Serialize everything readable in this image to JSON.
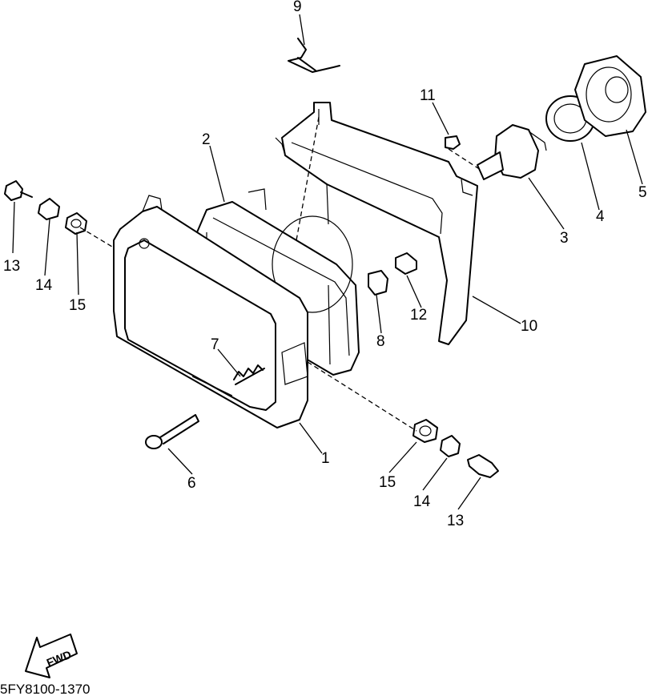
{
  "diagram": {
    "code": "5FY8100-1370",
    "fwd_label": "FWD",
    "callouts": [
      "1",
      "2",
      "3",
      "4",
      "5",
      "6",
      "7",
      "8",
      "9",
      "10",
      "11",
      "12",
      "13",
      "14",
      "15",
      "13",
      "14",
      "15"
    ]
  }
}
